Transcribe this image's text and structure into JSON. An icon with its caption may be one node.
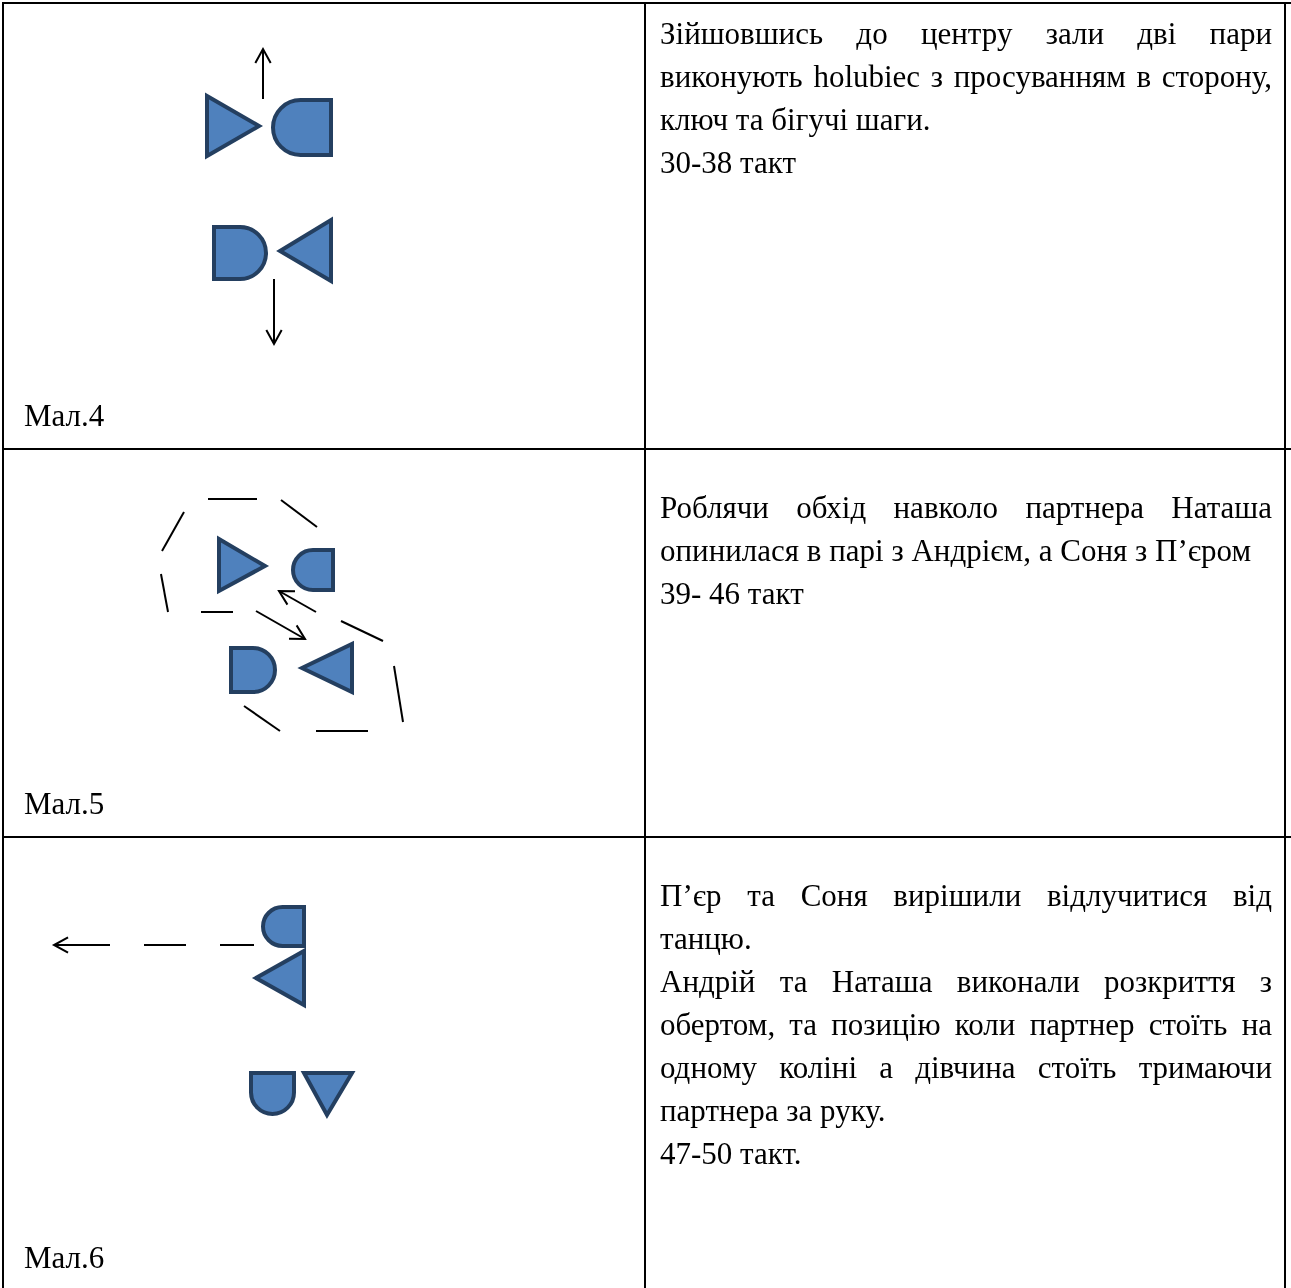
{
  "diagram": {
    "labels": [
      "Мал.4",
      "Зійшовшись до центру зали дві пари виконують holubiec з просуванням в сторону, ключ та бігучі шаги.",
      "30-38 такт",
      "Мал.5",
      "Роблячи обхід навколо партнера Наташа опинилася в парі з Андрієм, а Соня з П’єром",
      "39- 46 такт",
      "Мал.6",
      "П’єр та Соня вирішили відлучитися від танцю.",
      "Андрій та Наташа виконали розкриття з обертом, та позицію коли партнер стоїть на одному коліні а дівчина стоїть тримаючи партнера за руку.",
      "47-50 такт."
    ]
  }
}
